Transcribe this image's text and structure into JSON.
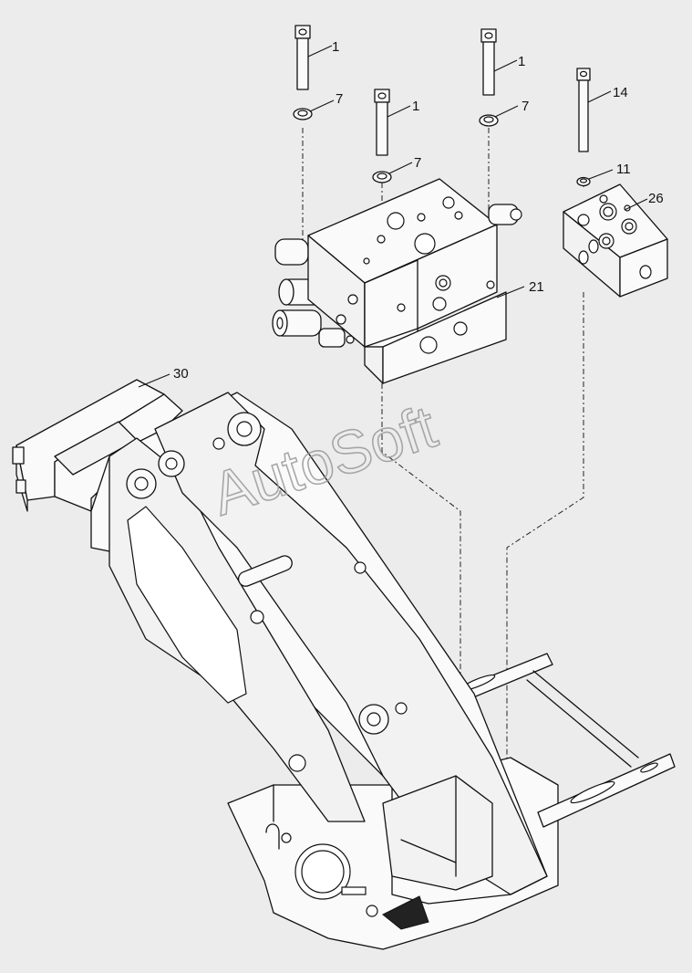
{
  "watermark": "AutoSoft",
  "callouts": {
    "bolt_left": "1",
    "washer_left": "7",
    "bolt_middle": "1",
    "washer_middle": "7",
    "bolt_right": "1",
    "washer_right": "7",
    "bolt_long": "14",
    "washer_small": "11",
    "valve_small": "26",
    "valve_main": "21",
    "frame": "30"
  }
}
